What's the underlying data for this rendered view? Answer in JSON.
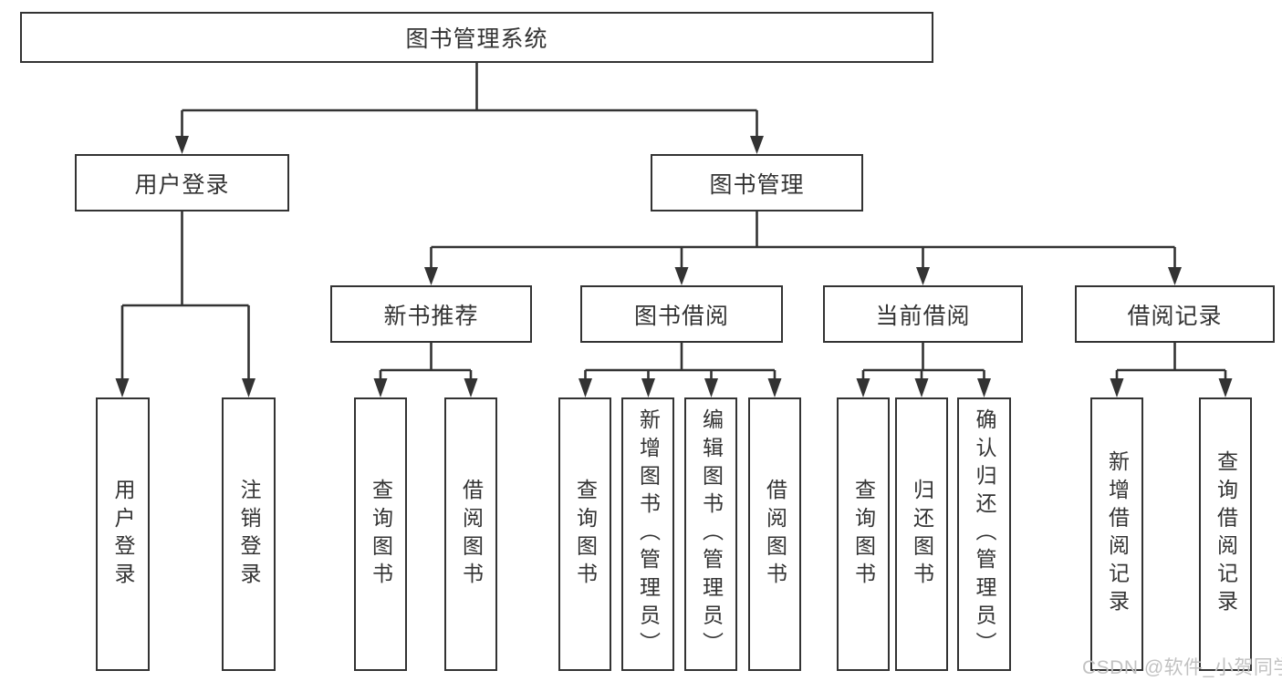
{
  "tree": {
    "root": {
      "label": "图书管理系统"
    },
    "branches": [
      {
        "label": "用户登录",
        "children": [
          {
            "label": "用户登录"
          },
          {
            "label": "注销登录"
          }
        ]
      },
      {
        "label": "图书管理",
        "children": [
          {
            "label": "新书推荐",
            "children": [
              {
                "label": "查询图书"
              },
              {
                "label": "借阅图书"
              }
            ]
          },
          {
            "label": "图书借阅",
            "children": [
              {
                "label": "查询图书"
              },
              {
                "label": "新增图书（管理员）"
              },
              {
                "label": "编辑图书（管理员）"
              },
              {
                "label": "借阅图书"
              }
            ]
          },
          {
            "label": "当前借阅",
            "children": [
              {
                "label": "查询图书"
              },
              {
                "label": "归还图书"
              },
              {
                "label": "确认归还（管理员）"
              }
            ]
          },
          {
            "label": "借阅记录",
            "children": [
              {
                "label": "新增借阅记录"
              },
              {
                "label": "查询借阅记录"
              }
            ]
          }
        ]
      }
    ]
  },
  "watermark": "CSDN @软件_小贺同学",
  "colors": {
    "line": "#333333",
    "text": "#333333",
    "watermark": "#c2c2c2",
    "background": "#ffffff"
  }
}
